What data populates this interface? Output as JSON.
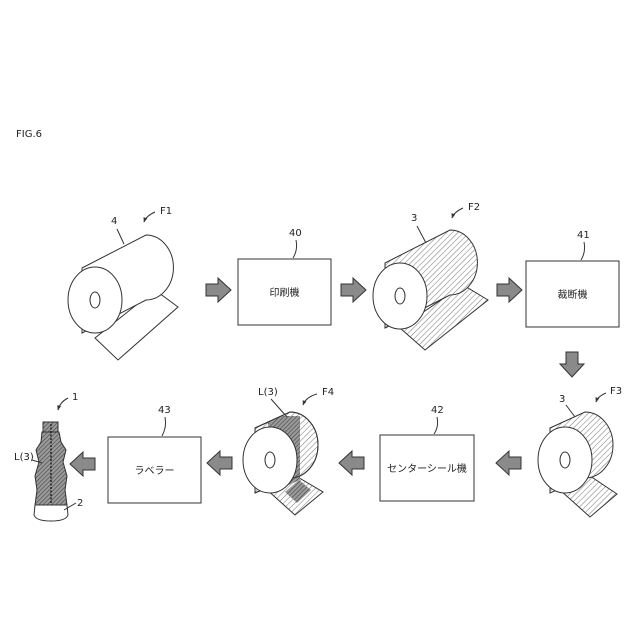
{
  "figure_label": "FIG.6",
  "machines": {
    "printer": {
      "ref": "40",
      "label": "印刷機"
    },
    "cutter": {
      "ref": "41",
      "label": "裁断機"
    },
    "sealer": {
      "ref": "42",
      "label": "センターシール機"
    },
    "labeler": {
      "ref": "43",
      "label": "ラベラー"
    }
  },
  "rolls": {
    "f1": {
      "ref_num": "4",
      "ref_film": "F1"
    },
    "f2": {
      "ref_num": "3",
      "ref_film": "F2"
    },
    "f3": {
      "ref_num": "3",
      "ref_film": "F3"
    },
    "f4": {
      "ref_num": "L(3)",
      "ref_film": "F4"
    }
  },
  "bottle": {
    "ref_container": "1",
    "ref_label": "L(3)",
    "ref_body": "2"
  },
  "colors": {
    "line": "#333333",
    "arrow_fill": "#8a8a8a",
    "hatch": "#666666"
  }
}
